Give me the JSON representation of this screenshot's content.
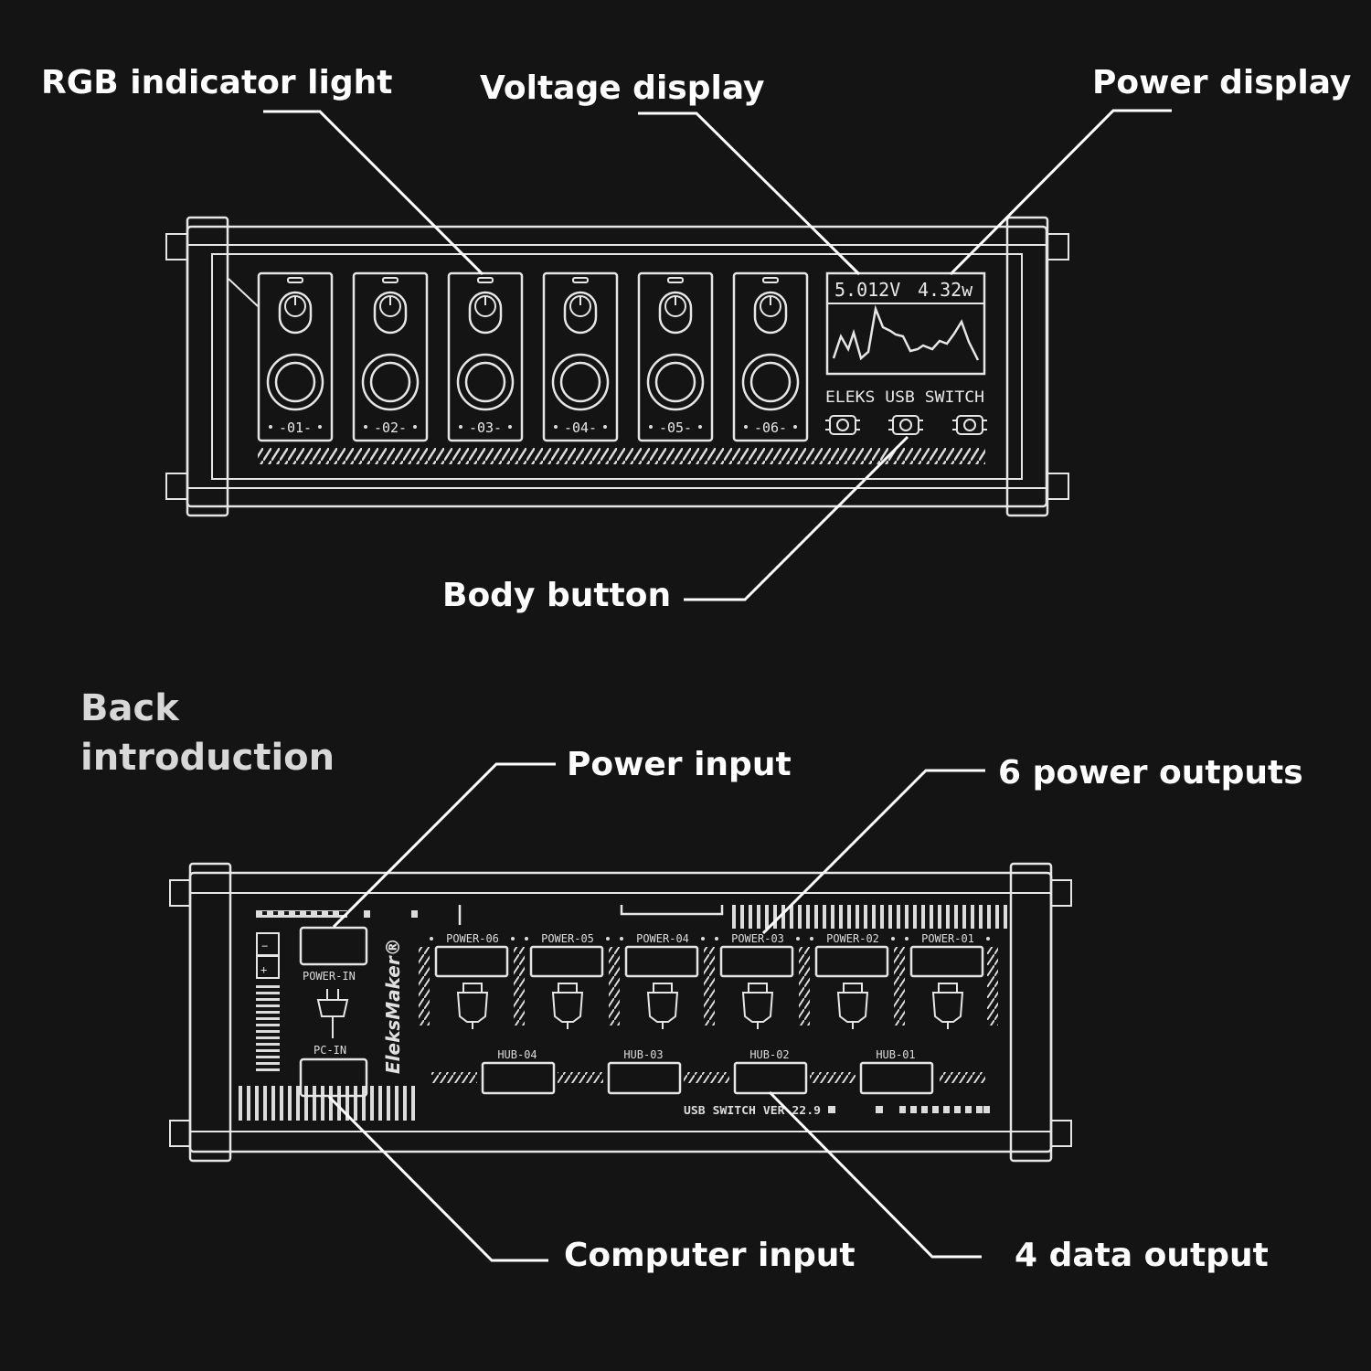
{
  "labels": {
    "rgb_indicator": "RGB indicator light",
    "voltage_display": "Voltage display",
    "power_display": "Power display",
    "body_button": "Body button",
    "back_line1": "Back",
    "back_line2": "introduction",
    "power_input": "Power input",
    "six_power_outputs": "6 power outputs",
    "computer_input": "Computer input",
    "four_data_output": "4 data output"
  },
  "front": {
    "voltage_reading": "5.012V",
    "power_reading": "4.32w",
    "brand_line": "ELEKS USB SWITCH",
    "channels": [
      "-01-",
      "-02-",
      "-03-",
      "-04-",
      "-05-",
      "-06-"
    ]
  },
  "back": {
    "power_in_label": "POWER-IN",
    "pc_in_label": "PC-IN",
    "minus": "−",
    "plus": "+",
    "brand": "EleksMaker®",
    "power_ports": [
      "POWER-06",
      "POWER-05",
      "POWER-04",
      "POWER-03",
      "POWER-02",
      "POWER-01"
    ],
    "hub_ports": [
      "HUB-04",
      "HUB-03",
      "HUB-02",
      "HUB-01"
    ],
    "version": "USB SWITCH VER 22.9"
  },
  "colors": {
    "background": "#141414",
    "line": "#e6e6e6",
    "text": "#ffffff"
  }
}
